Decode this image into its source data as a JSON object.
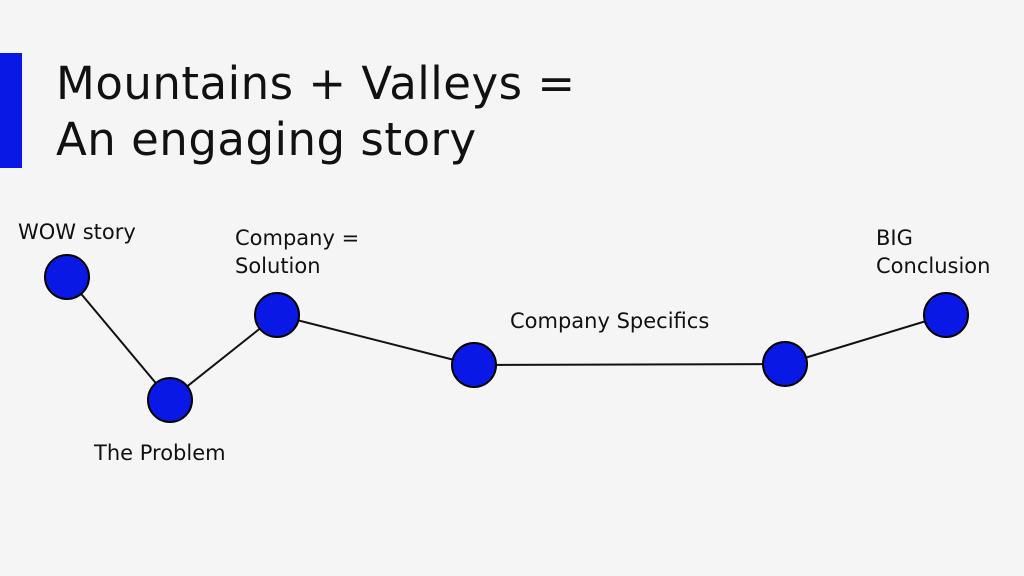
{
  "title": {
    "line1": "Mountains + Valleys =",
    "line2": "An engaging story"
  },
  "colors": {
    "accent": "#0a18e6",
    "node_fill": "#0a18e6",
    "node_stroke": "#000000",
    "line": "#111111",
    "background": "#f5f5f5"
  },
  "nodes": [
    {
      "id": "wow-story",
      "label_lines": [
        "WOW story"
      ]
    },
    {
      "id": "the-problem",
      "label_lines": [
        "The Problem"
      ]
    },
    {
      "id": "company-solution",
      "label_lines": [
        "Company =",
        "Solution"
      ]
    },
    {
      "id": "company-specifics-start",
      "label_lines": []
    },
    {
      "id": "company-specifics-end",
      "label_lines": [
        "Company Specifics"
      ]
    },
    {
      "id": "big-conclusion",
      "label_lines": [
        "BIG",
        "Conclusion"
      ]
    }
  ]
}
